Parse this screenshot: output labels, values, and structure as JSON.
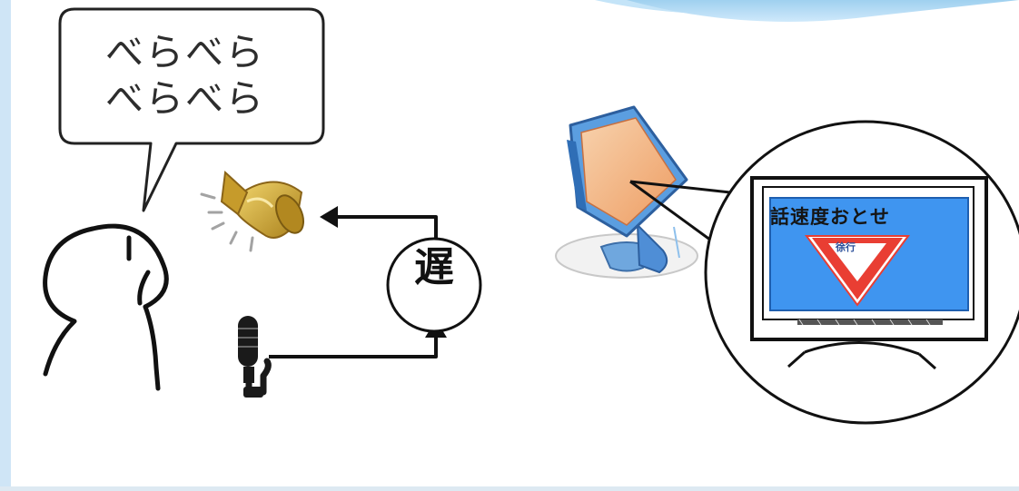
{
  "speech_bubble": {
    "line1": "べらべら",
    "line2": "べらべら"
  },
  "delay_box": {
    "label": "遅"
  },
  "monitor_screen": {
    "title": "話速度おとせ",
    "sign_text": "徐行"
  },
  "icons": [
    "person-icon",
    "speaker-icon",
    "microphone-icon",
    "computer-icon",
    "monitor-icon",
    "yield-sign-icon"
  ],
  "colors": {
    "left_border": "#cfe5f6",
    "top_wave": "#9fd0ef",
    "screen_blue": "#3f95f0",
    "sign_red": "#e93e33",
    "speaker_gold": "#d1a531",
    "pc_orange": "#f0ad78",
    "pc_blue": "#4f9fe0"
  }
}
